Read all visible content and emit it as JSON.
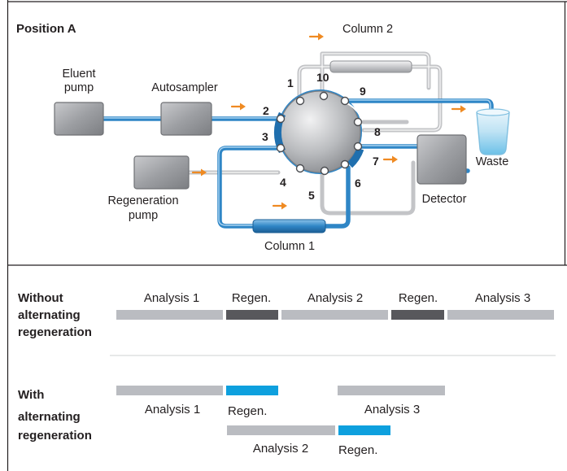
{
  "diagram": {
    "title": "Position A",
    "labels": {
      "eluent_pump": [
        "Eluent",
        "pump"
      ],
      "autosampler": "Autosampler",
      "regeneration_pump": [
        "Regeneration",
        "pump"
      ],
      "column_1": "Column 1",
      "column_2": "Column 2",
      "detector": "Detector",
      "waste": "Waste"
    },
    "valve_ports": [
      "1",
      "2",
      "3",
      "4",
      "5",
      "6",
      "7",
      "8",
      "9",
      "10"
    ]
  },
  "timeline": {
    "rows": [
      {
        "label": [
          "Without",
          "alternating",
          "regeneration"
        ],
        "segments": [
          {
            "label": "Analysis 1",
            "kind": "analysis"
          },
          {
            "label": "Regen.",
            "kind": "regen"
          },
          {
            "label": "Analysis 2",
            "kind": "analysis"
          },
          {
            "label": "Regen.",
            "kind": "regen"
          },
          {
            "label": "Analysis 3",
            "kind": "analysis"
          }
        ]
      },
      {
        "label": [
          "With",
          "alternating",
          "regeneration"
        ],
        "segments": [
          {
            "label": "Analysis 1",
            "kind": "analysis"
          },
          {
            "label": "Regen.",
            "kind": "regen"
          },
          {
            "label": "Analysis 2",
            "kind": "analysis"
          },
          {
            "label": "Regen.",
            "kind": "regen"
          },
          {
            "label": "Analysis 3",
            "kind": "analysis"
          }
        ]
      }
    ]
  },
  "colors": {
    "analysis_bar": "#babcc1",
    "regen_dark": "#58585c",
    "regen_blue": "#0ea0de",
    "tube_blue": "#2f86c6",
    "arrow_orange": "#ef8a22"
  }
}
